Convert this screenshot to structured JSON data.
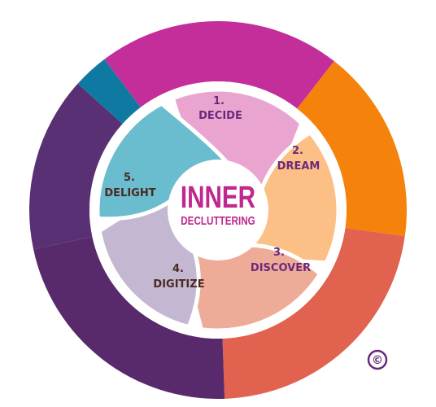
{
  "center": {
    "title": "INNER",
    "subtitle": "DECLUTTERING",
    "title_color": "#c0278f",
    "subtitle_color": "#c0278f"
  },
  "ring_colors": [
    "#c42e9b",
    "#f5820b",
    "#e0624f",
    "#582a6b",
    "#583073",
    "#0e7aa1"
  ],
  "steps": [
    {
      "number": "1.",
      "label": "DECIDE",
      "color": "#e9a5cf",
      "text_color": "#6a2a7c"
    },
    {
      "number": "2.",
      "label": "DREAM",
      "color": "#fcbf85",
      "text_color": "#6a2a7c"
    },
    {
      "number": "3.",
      "label": "DISCOVER",
      "color": "#eeab97",
      "text_color": "#6a2a7c"
    },
    {
      "number": "4.",
      "label": "DIGITIZE",
      "color": "#c4b7d1",
      "text_color": "#4a2a20"
    },
    {
      "number": "5.",
      "label": "DELIGHT",
      "color": "#6abccf",
      "text_color": "#4a2a20"
    }
  ],
  "copyright": {
    "symbol": "©",
    "color": "#6a2a7c"
  }
}
